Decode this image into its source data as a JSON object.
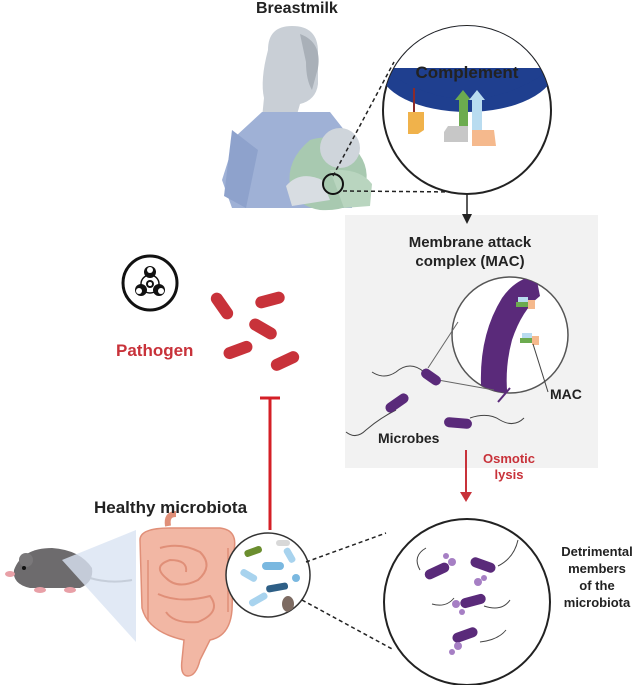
{
  "labels": {
    "breastmilk": "Breastmilk",
    "complement": "Complement",
    "mac_title_line1": "Membrane attack",
    "mac_title_line2": "complex (MAC)",
    "mac": "MAC",
    "microbes": "Microbes",
    "osmotic_line1": "Osmotic",
    "osmotic_line2": "lysis",
    "pathogen": "Pathogen",
    "healthy_microbiota": "Healthy microbiota",
    "detrimental_line1": "Detrimental",
    "detrimental_line2": "members",
    "detrimental_line3": "of the",
    "detrimental_line4": "microbiota"
  },
  "colors": {
    "pathogen_red": "#c8323a",
    "inhibit_red": "#d41f26",
    "bacteria_purple": "#5a2a7a",
    "mac_panel_bg": "#f2f2f2",
    "mother_blue": "#9fb1d6",
    "baby_green": "#a8c9b0"
  },
  "icons": [
    "biohazard-icon",
    "mother-baby-illustration",
    "mouse-illustration",
    "intestine-illustration"
  ]
}
